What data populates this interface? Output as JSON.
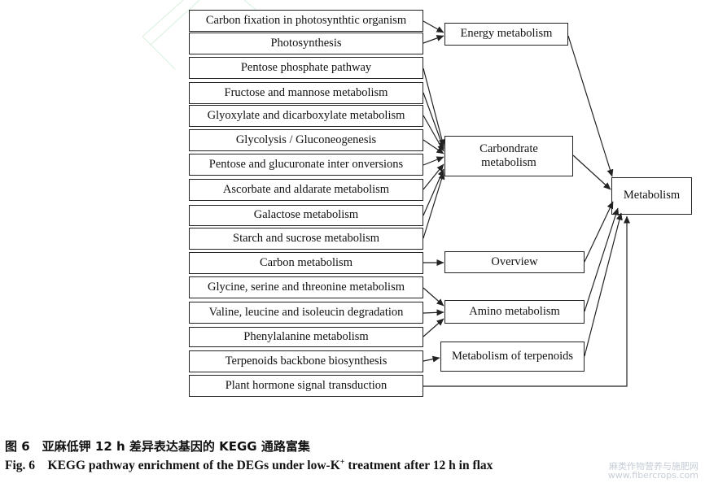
{
  "pathways": [
    "Carbon fixation in photosynthtic organism",
    "Photosynthesis",
    "Pentose phosphate pathway",
    "Fructose and mannose metabolism",
    "Glyoxylate and dicarboxylate metabolism",
    "Glycolysis  / Gluconeogenesis",
    "Pentose and glucuronate inter onversions",
    "Ascorbate and aldarate metabolism",
    "Galactose metabolism",
    "Starch and sucrose metabolism",
    "Carbon metabolism",
    "Glycine, serine and threonine metabolism",
    "Valine, leucine and isoleucin degradation",
    "Phenylalanine metabolism",
    "Terpenoids backbone biosynthesis",
    "Plant hormone signal transduction"
  ],
  "categories": {
    "energy": "Energy metabolism",
    "carbo": "Carbondrate metabolism",
    "overview": "Overview",
    "amino": "Amino metabolism",
    "terpenoids": "Metabolism of terpenoids"
  },
  "root": "Metabolism",
  "caption": {
    "cn": "图 6　亚麻低钾 12 h 差异表达基因的 KEGG 通路富集",
    "en_before": "Fig. 6　KEGG pathway enrichment of the DEGs under low-K",
    "en_sup": "+",
    "en_after": " treatment after 12 h in flax"
  },
  "watermark": {
    "line1": "麻类作物营养与施肥网",
    "line2": "www.fibercrops.com"
  }
}
